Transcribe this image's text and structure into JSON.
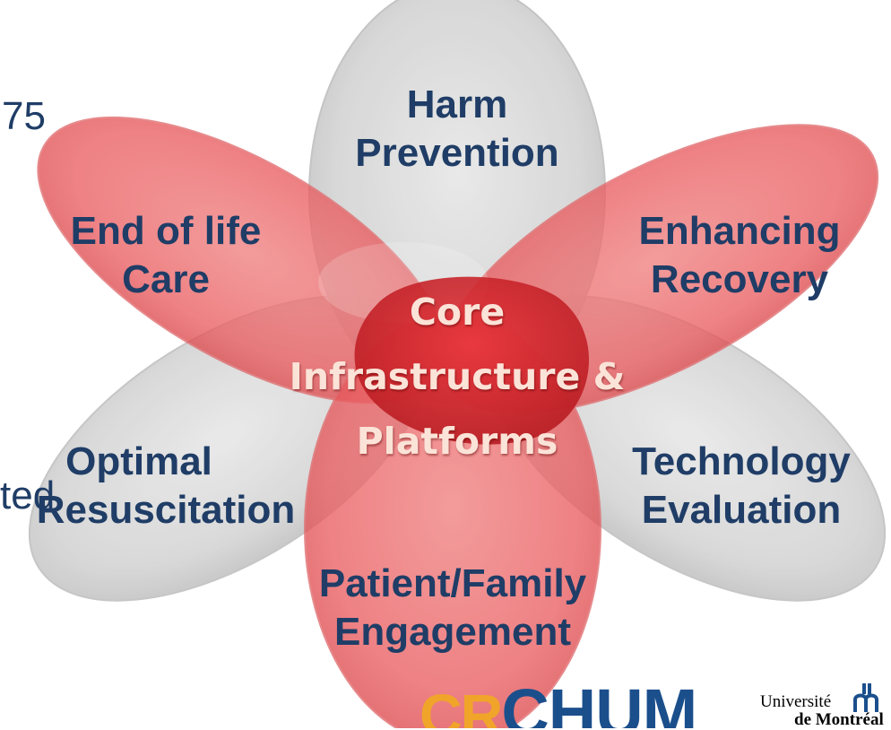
{
  "petals": [
    {
      "label": "Harm Prevention",
      "lines": [
        "Harm",
        "Prevention"
      ]
    },
    {
      "label": "End of life Care",
      "lines": [
        "End of life",
        "Care"
      ]
    },
    {
      "label": "Enhancing Recovery",
      "lines": [
        "Enhancing",
        "Recovery"
      ]
    },
    {
      "label": "Optimal Resuscitation",
      "lines": [
        "Optimal",
        "Resuscitation"
      ]
    },
    {
      "label": "Technology Evaluation",
      "lines": [
        "Technology",
        "Evaluation"
      ]
    },
    {
      "label": "Patient/Family Engagement",
      "lines": [
        "Patient/Family",
        "Engagement"
      ]
    }
  ],
  "core": {
    "lines": [
      "Core",
      "Infrastructure &",
      "Platforms"
    ]
  },
  "background_fragments": {
    "top_left": "75",
    "middle_left": "ted"
  },
  "logos": {
    "crchum": {
      "cr": "CR",
      "chum": "CHUM"
    },
    "udem": {
      "line1": "Université",
      "line2": "de Montréal"
    }
  },
  "colors": {
    "petal_gray": "#d4d4d4",
    "petal_red": "#ea5a5e",
    "core_red": "#d8262c",
    "label_navy": "#1f3d66",
    "core_text": "#fbe3d8"
  }
}
